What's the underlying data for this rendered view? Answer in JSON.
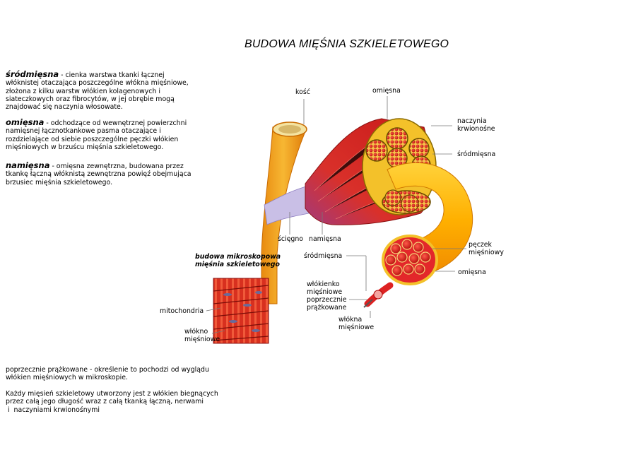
{
  "title": "BUDOWA MIĘŚNIA SZKIELETOWEGO",
  "definitions": [
    {
      "term": "śródmięsna",
      "text": " - cienka warstwa tkanki łącznej włóknistej otaczająca poszczególne włókna mięśniowe, złożona z kilku warstw włókien kolagenowych i siateczkowych oraz fibrocytów, w jej obrębie mogą znajdować się naczynia włosowate."
    },
    {
      "term": "omięsna",
      "text": " - odchodzące od wewnętrznej powierzchni namięsnej łącznotkankowe pasma otaczające i rozdzielające od siebie poszczególne pęczki włókien mięśniowych w brzuścu mięśnia szkieletowego."
    },
    {
      "term": "namięsna",
      "text": " - omięsna zewnętrzna, budowana przez tkankę łączną włóknistą zewnętrzna powięź obejmująca brzusiec mięśnia szkieletowego."
    }
  ],
  "labels": {
    "kosc": "kość",
    "omiesna_top": "omięsna",
    "naczynia_1": "naczynia",
    "naczynia_2": "krwionośne",
    "srodmiesna_right": "śródmięsna",
    "sciegno": "ścięgno",
    "namiesna": "namięsna",
    "peczek_1": "pęczek",
    "peczek_2": "mięśniowy",
    "srodmiesna_mid": "śródmięsna",
    "omiesna_bottom": "omięsna",
    "wlokienko_1": "włókienko",
    "wlokienko_2": "mięśniowe",
    "wlokienko_3": "poprzecznie",
    "wlokienko_4": "prążkowane",
    "wlokna_1": "włókna",
    "wlokna_2": "mięśniowe",
    "mitochondria": "mitochondria",
    "wlokno_1": "włókno",
    "wlokno_2": "mięśniowe"
  },
  "micro_title_1": "budowa mikroskopowa",
  "micro_title_2": "mięśnia szkieletowego",
  "notes": {
    "poprzecznie": "poprzecznie prążkowane - określenie to pochodzi od wyglądu włókien mięśniowych w mikroskopie.",
    "kazdy_1": "Każdy mięsień szkieletowy utworzony jest z włókien biegnących",
    "kazdy_2": "przez całą jego długość wraz z całą tkanką łączną, nerwami",
    "kazdy_3": " i  naczyniami krwionośnymi"
  },
  "colors": {
    "muscle_red": "#d8231f",
    "fascia_yellow": "#f5c400",
    "bone_orange": "#f0a020",
    "tendon_violet": "#9a88c8"
  }
}
